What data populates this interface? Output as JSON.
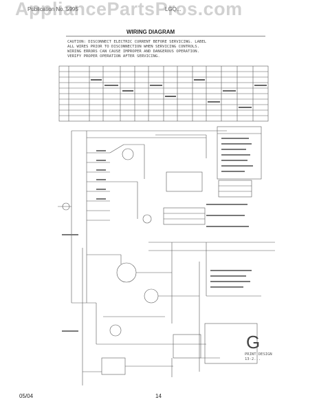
{
  "watermark": "AppliancePartsPros.com",
  "header": {
    "brand": "Publication No. 5995",
    "model": "LGQ..."
  },
  "title": "WIRING DIAGRAM",
  "caution_lines": [
    "CAUTION: DISCONNECT ELECTRIC CURRENT BEFORE SERVICING. LABEL",
    "ALL WIRES PRIOR TO DISCONNECTION WHEN SERVICING CONTROLS.",
    "WIRING ERRORS CAN CAUSE IMPROPER AND DANGEROUS OPERATION.",
    "VERIFY PROPER OPERATION AFTER SERVICING."
  ],
  "diagram_letter": "G",
  "version_lines": [
    "PRINT DESIGN",
    "13-2..."
  ],
  "footer": {
    "date": "05/04",
    "page": "14"
  }
}
